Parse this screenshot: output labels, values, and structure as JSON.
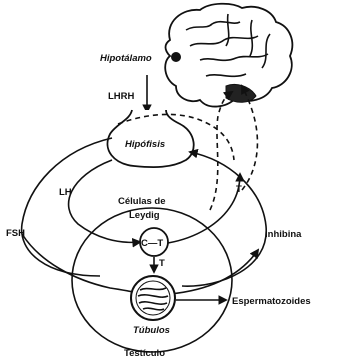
{
  "labels": {
    "hypothalamus": "Hipotálamo",
    "lhrh": "LHRH",
    "pituitary": "Hipófisis",
    "lh": "LH",
    "t_upper": "T",
    "fsh": "FSH",
    "leydig_line1": "Células de",
    "leydig_line2": "Leydig",
    "inhibin": "Inhibina",
    "ct": "C—T",
    "t_lower": "T",
    "sperm": "Espermatozoides",
    "tubules": "Túbulos",
    "testis": "Testículo"
  },
  "icons": {
    "brain": "brain-icon",
    "hypothalamus_dot": "hypothalamus-dot-icon",
    "pituitary": "pituitary-gland-icon",
    "tubule": "seminiferous-tubule-icon"
  },
  "colors": {
    "ink": "#111111",
    "background": "#ffffff"
  }
}
